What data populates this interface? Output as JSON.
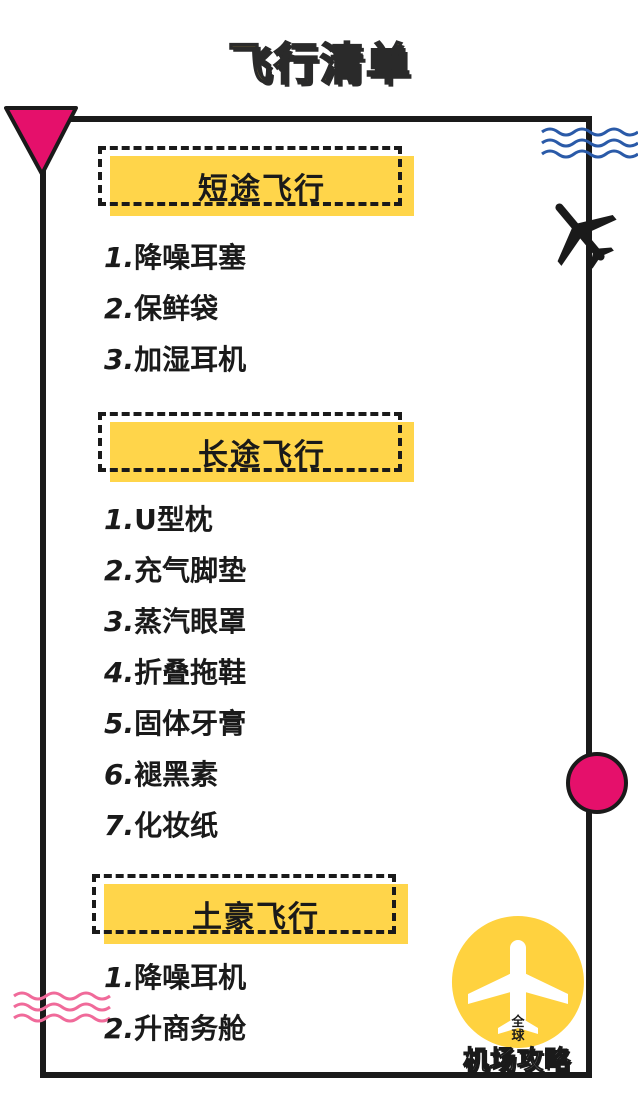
{
  "title": "飞行清单",
  "sections": [
    {
      "title": "短途飞行",
      "items": [
        {
          "num": "1.",
          "text": "降噪耳塞"
        },
        {
          "num": "2.",
          "text": "保鲜袋"
        },
        {
          "num": "3.",
          "text": "加湿耳机"
        }
      ]
    },
    {
      "title": "长途飞行",
      "items": [
        {
          "num": "1.",
          "text": "U型枕"
        },
        {
          "num": "2.",
          "text": "充气脚垫"
        },
        {
          "num": "3.",
          "text": "蒸汽眼罩"
        },
        {
          "num": "4.",
          "text": "折叠拖鞋"
        },
        {
          "num": "5.",
          "text": "固体牙膏"
        },
        {
          "num": "6.",
          "text": "褪黑素"
        },
        {
          "num": "7.",
          "text": "化妆纸"
        }
      ]
    },
    {
      "title": "土豪飞行",
      "items": [
        {
          "num": "1.",
          "text": "降噪耳机"
        },
        {
          "num": "2.",
          "text": "升商务舱"
        }
      ]
    }
  ],
  "logo": {
    "main": "机场攻略",
    "small": "全球"
  },
  "colors": {
    "accent_yellow": "#ffd54a",
    "accent_pink": "#e5106b",
    "wave_blue": "#2a5aa8",
    "wave_pink": "#f06a9a",
    "ink": "#1a1a1a"
  },
  "icons": [
    "triangle-decoration",
    "wave-icon",
    "airplane-icon",
    "dot-decoration",
    "logo-airplane-icon"
  ]
}
